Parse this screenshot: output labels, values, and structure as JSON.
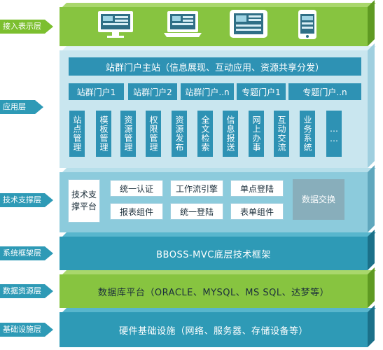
{
  "layers": {
    "access": "接入表示层",
    "application": "应用层",
    "tech_support": "技术支撑层",
    "framework": "系统框架层",
    "data_resource": "数据资源层",
    "infrastructure": "基础设施层"
  },
  "access_devices": [
    "desktop-monitor-icon",
    "laptop-icon",
    "tablet-icon",
    "phone-icon"
  ],
  "application": {
    "main_portal": "站群门户主站（信息展现、互动应用、资源共享分发）",
    "portals": [
      "站群门户1",
      "站群门户2",
      "站群门户..n",
      "专题门户1",
      "专题门户..n"
    ],
    "modules": [
      "站点管理",
      "模板管理",
      "资源管理",
      "权限管理",
      "资源发布",
      "全文检索",
      "信息报送",
      "网上办事",
      "互动交流",
      "业务系统",
      "……"
    ]
  },
  "tech_support": {
    "platform": "技术支撑平台",
    "row1": [
      "统一认证",
      "工作流引擎",
      "单点登陆"
    ],
    "row2": [
      "报表组件",
      "统一登陆",
      "表单组件"
    ],
    "exchange": "数据交换"
  },
  "framework": {
    "label": "BBOSS-MVC底层技术框架"
  },
  "data_resource": {
    "label": "数据库平台（ORACLE、MYSQL、MS SQL、达梦等）"
  },
  "infrastructure": {
    "label": "硬件基础设施（网络、服务器、存储设备等）"
  },
  "colors": {
    "green": "#87c440",
    "box_blue": "#2e92b4",
    "teal": "#2e9ab6",
    "exchange_gray": "#88aebb"
  }
}
